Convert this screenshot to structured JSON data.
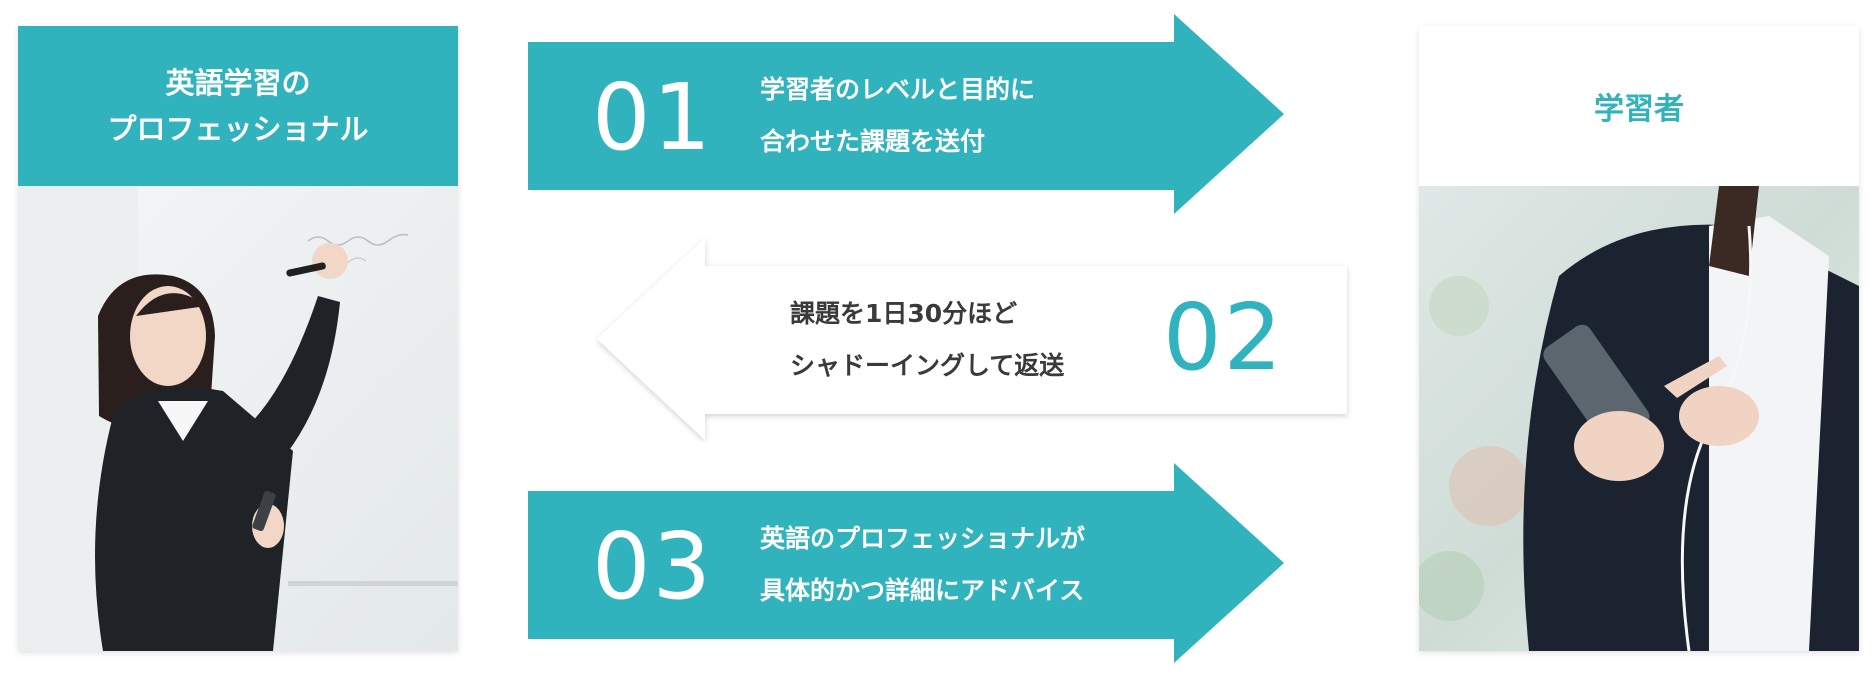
{
  "colors": {
    "accent": "#30b3bd",
    "text_dark": "#3a3a3a",
    "white": "#ffffff"
  },
  "left_card": {
    "title_lines": [
      "英語学習の",
      "プロフェッショナル"
    ],
    "photo": "teacher-writing-on-whiteboard-photo"
  },
  "right_card": {
    "title": "学習者",
    "photo": "learner-using-smartphone-with-earphones-photo"
  },
  "steps": [
    {
      "number": "01",
      "direction": "right",
      "style": "filled",
      "lines": [
        "学習者のレベルと目的に",
        "合わせた課題を送付"
      ]
    },
    {
      "number": "02",
      "direction": "left",
      "style": "outlined",
      "lines": [
        "課題を1日30分ほど",
        "シャドーイングして返送"
      ]
    },
    {
      "number": "03",
      "direction": "right",
      "style": "filled",
      "lines": [
        "英語のプロフェッショナルが",
        "具体的かつ詳細にアドバイス"
      ]
    }
  ]
}
